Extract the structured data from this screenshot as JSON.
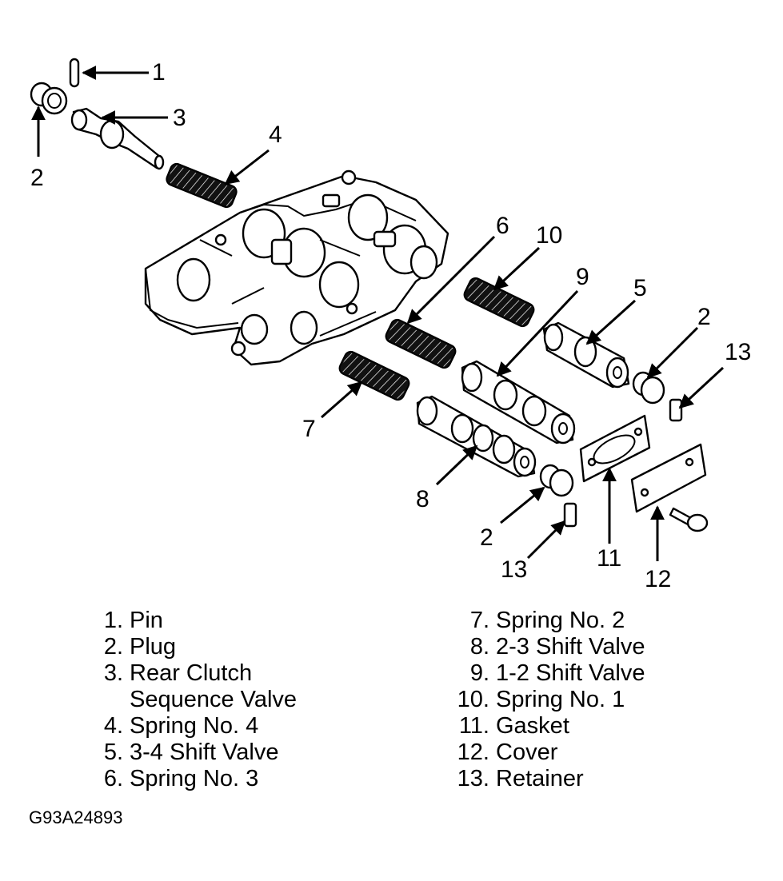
{
  "callouts": {
    "c1": "1",
    "c2a": "2",
    "c3": "3",
    "c4": "4",
    "c6": "6",
    "c10": "10",
    "c9": "9",
    "c5": "5",
    "c2b": "2",
    "c13a": "13",
    "c7": "7",
    "c8": "8",
    "c2c": "2",
    "c13b": "13",
    "c11": "11",
    "c12": "12"
  },
  "legend_left": [
    {
      "num": "1.",
      "label": "Pin"
    },
    {
      "num": "2.",
      "label": "Plug"
    },
    {
      "num": "3.",
      "label": "Rear Clutch"
    },
    {
      "num": "",
      "label": "Sequence Valve"
    },
    {
      "num": "4.",
      "label": "Spring No. 4"
    },
    {
      "num": "5.",
      "label": "3-4 Shift Valve"
    },
    {
      "num": "6.",
      "label": "Spring No. 3"
    }
  ],
  "legend_right": [
    {
      "num": "7.",
      "label": "Spring No. 2"
    },
    {
      "num": "8.",
      "label": "2-3 Shift Valve"
    },
    {
      "num": "9.",
      "label": "1-2 Shift Valve"
    },
    {
      "num": "10.",
      "label": "Spring No. 1"
    },
    {
      "num": "11.",
      "label": "Gasket"
    },
    {
      "num": "12.",
      "label": "Cover"
    },
    {
      "num": "13.",
      "label": "Retainer"
    }
  ],
  "figure_code": "G93A24893"
}
